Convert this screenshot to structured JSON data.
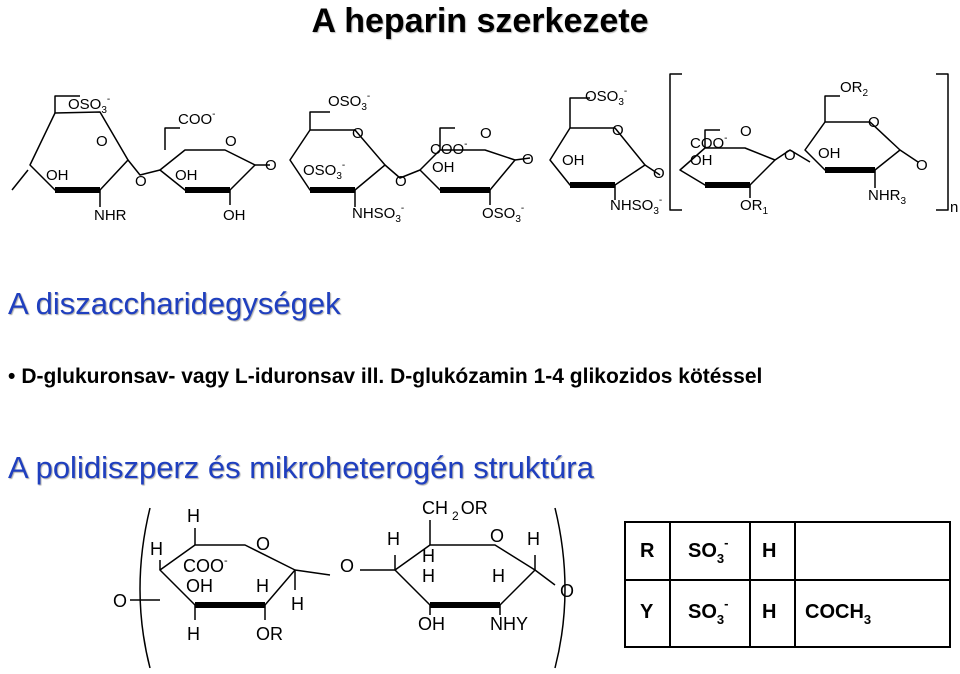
{
  "title": "A heparin szerkezete",
  "heading1": "A diszaccharidegységek",
  "bullet1": "D-glukuronsav- vagy L-iduronsav ill. D-glukózamin 1-4 glikozidos kötéssel",
  "heading2": "A polidiszperz és mikroheterogén struktúra",
  "chain_labels": {
    "u1_sub": "OSO",
    "u1_sub_n": "3",
    "u1_sub_c": "-",
    "u1_ring": "O",
    "u1_left": "OH",
    "u1_bottom": "NHR",
    "link1": "O",
    "u2_sub": "COO",
    "u2_sub_c": "-",
    "u2_ring": "O",
    "u2_left": "OH",
    "u2_bottom": "OH",
    "link2": "O",
    "u3_sub": "OSO",
    "u3_sub_n": "3",
    "u3_sub_c": "-",
    "u3_ring": "O",
    "u3_left": "OSO",
    "u3_left_n": "3",
    "u3_left_c": "-",
    "u3_bottom": "NHSO",
    "u3_bottom_n": "3",
    "u3_bottom_c": "-",
    "link3": "O",
    "u4_sub": "COO",
    "u4_sub_c": "-",
    "u4_ring": "O",
    "u4_left": "OH",
    "u4_bottom": "OSO",
    "u4_bottom_n": "3",
    "u4_bottom_c": "-",
    "link4": "O",
    "u5_sub": "OSO",
    "u5_sub_n": "3",
    "u5_sub_c": "-",
    "u5_ring": "O",
    "u5_left": "OH",
    "u5_bottom": "NHSO",
    "u5_bottom_n": "3",
    "u5_bottom_c": "-",
    "link5": "O",
    "u6_sub": "COO",
    "u6_sub_c": "-",
    "u6_ring": "O",
    "u6_left": "OH",
    "u6_bottom": "OR",
    "u6_bottom_n": "1",
    "link6": "O",
    "u7_sub": "OR",
    "u7_sub_n": "2",
    "u7_ring": "O",
    "u7_left": "OH",
    "u7_bottom": "NHR",
    "u7_bottom_n": "3",
    "link7": "O",
    "repeat": "n"
  },
  "detail_labels": {
    "o_left": "O",
    "a_h_top": "H",
    "a_h_left": "H",
    "a_coo": "COO",
    "a_coo_c": "-",
    "a_oh": "OH",
    "a_h_mid": "H",
    "a_ring": "O",
    "a_h_right": "H",
    "a_h_bottom": "H",
    "a_or": "OR",
    "o_mid": "O",
    "b_ch": "CH",
    "b_ch_n": "2",
    "b_ch_or": "OR",
    "b_h_left": "H",
    "b_ring": "O",
    "b_h_ringright": "H",
    "b_h_1": "H",
    "b_h_2": "H",
    "b_h_3": "H",
    "b_oh": "OH",
    "b_nhy": "NHY",
    "o_right": "O"
  },
  "table": {
    "rows": [
      [
        "R",
        "SO3-",
        "H",
        ""
      ],
      [
        "Y",
        "SO3-",
        "H",
        "COCH3"
      ]
    ]
  }
}
